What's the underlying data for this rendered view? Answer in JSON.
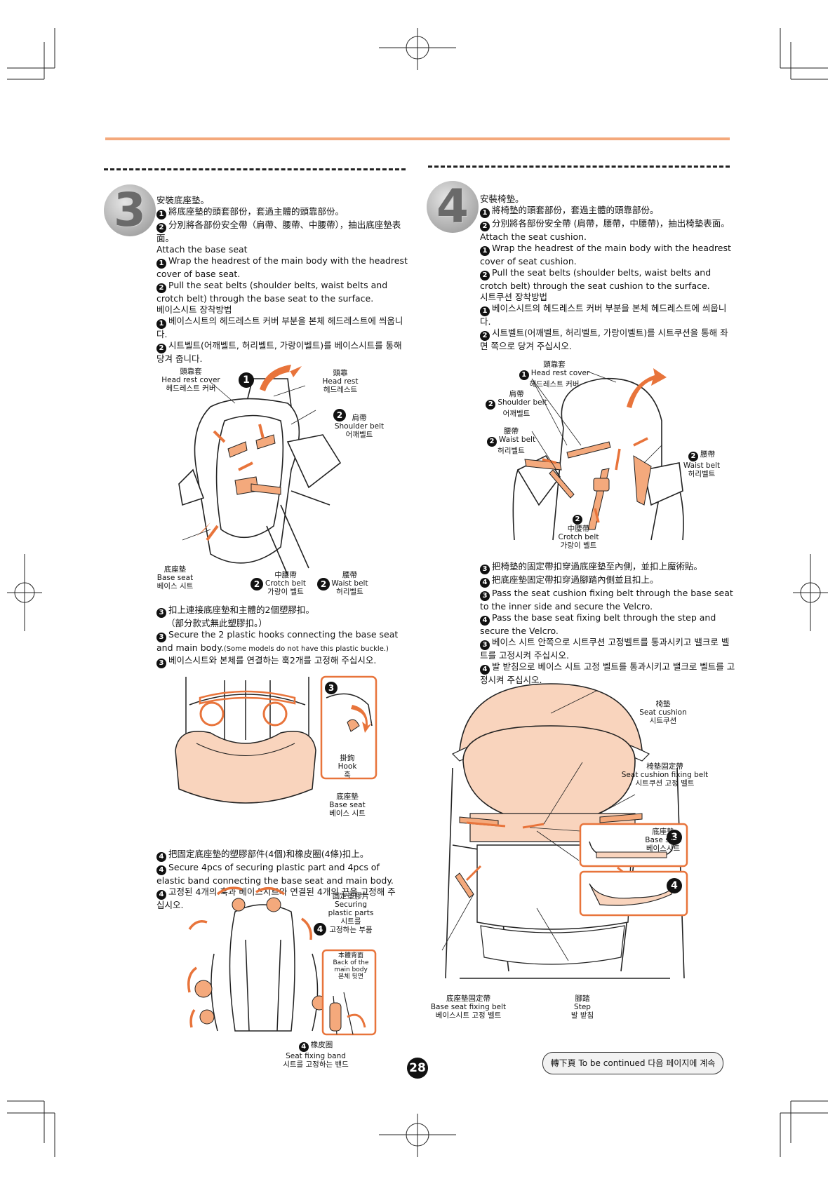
{
  "step3": {
    "number": "3",
    "title_zh": "安裝底座墊。",
    "zh1": "將底座墊的頭套部份，套過主體的頭靠部份。",
    "zh2": "分別將各部份安全帶（肩帶、腰帶、中腰帶），抽出底座墊表面。",
    "title_en": "Attach the base seat",
    "en1": "Wrap the headrest of the main body with the headrest cover of base seat.",
    "en2": "Pull the seat belts (shoulder belts, waist belts and crotch belt) through the base seat to the surface.",
    "title_ko": "베이스시트 장착방법",
    "ko1": "베이스시트의 헤드레스트 커버 부분을 본체 헤드레스트에 씌웁니다.",
    "ko2": "시트벨트(어깨벨트, 허리벨트, 가랑이벨트)를 베이스시트를 통해 당겨 줍니다.",
    "fig1": {
      "head_rest_cover": [
        "頭靠套",
        "Head rest cover",
        "헤드레스트 커버"
      ],
      "head_rest": [
        "頭靠",
        "Head rest",
        "헤드레스트"
      ],
      "shoulder_belt": [
        "肩帶",
        "Shoulder belt",
        "어깨벨트"
      ],
      "base_seat": [
        "底座墊",
        "Base seat",
        "베이스 시트"
      ],
      "crotch_belt": [
        "中腰帶",
        "Crotch belt",
        "가랑이 벨트"
      ],
      "waist_belt": [
        "腰帶",
        "Waist belt",
        "허리벨트"
      ]
    },
    "zh3a": "扣上連接底座墊和主體的2個塑膠扣。",
    "zh3b": "（部分款式無此塑膠扣。）",
    "en3": "Secure the 2 plastic hooks connecting the base seat and main body.",
    "en3_note": "(Some models do not have this plastic buckle.)",
    "ko3": "베이스시트와 본체를 연결하는 훅2개를 고정해 주십시오.",
    "fig2": {
      "hook": [
        "掛鉤",
        "Hook",
        "훅"
      ],
      "base_seat": [
        "底座墊",
        "Base seat",
        "베이스 시트"
      ]
    },
    "zh4": "把固定底座墊的塑膠部件(4個)和橡皮圈(4條)扣上。",
    "en4": "Secure 4pcs of securing plastic part and 4pcs of elastic band connecting the base seat and main body.",
    "ko4": "고정된 4개의 훅과 베이스시트와 연결된 4개의 끈을 고정해 주십시오.",
    "fig3": {
      "securing_parts": [
        "固定塑膠片",
        "Securing",
        "plastic parts",
        "시트를",
        "고정하는 부품"
      ],
      "back_main": [
        "本體背面",
        "Back of the",
        "main body",
        "본체 뒷면"
      ],
      "fixing_band": [
        "橡皮圈",
        "Seat fixing band",
        "시트를 고정하는 밴드"
      ]
    }
  },
  "step4": {
    "number": "4",
    "title_zh": "安裝椅墊。",
    "zh1": "將椅墊的頭套部份，套過主體的頭靠部份。",
    "zh2": "分別將各部份安全帶 (肩帶，腰帶，中腰帶)，抽出椅墊表面。",
    "title_en": "Attach the seat cushion.",
    "en1": "Wrap the headrest of the main body with the headrest cover of seat cushion.",
    "en2": "Pull the seat belts (shoulder belts, waist belts and crotch belt) through the seat cushion to the surface.",
    "title_ko": "시트쿠션 장착방법",
    "ko1": "베이스시트의 헤드레스트 커버 부분을 본체 헤드레스트에 씌웁니다.",
    "ko2": "시트벨트(어깨벨트, 허리벨트, 가랑이벨트)를 시트쿠션을 통해 좌면 쪽으로 당겨 주십시오.",
    "fig1": {
      "head_rest_cover": [
        "頭靠套",
        "Head rest cover",
        "헤드레스트 커버"
      ],
      "shoulder_belt": [
        "肩帶",
        "Shoulder belt",
        "어깨벨트"
      ],
      "waist_belt_left": [
        "腰帶",
        "Waist belt",
        "허리벨트"
      ],
      "waist_belt_right": [
        "腰帶",
        "Waist belt",
        "허리벨트"
      ],
      "crotch_belt": [
        "中腰帶",
        "Crotch belt",
        "가랑이 벨트"
      ]
    },
    "zh3": "把椅墊的固定帶扣穿過底座墊至內側，並扣上魔術貼。",
    "zh4": "把底座墊固定帶扣穿過腳踏內側並且扣上。",
    "en3": "Pass the seat cushion fixing belt through the base seat to the inner side and secure the Velcro.",
    "en4": "Pass the base seat fixing belt through the step and secure the Velcro.",
    "ko3": "베이스 시트 안쪽으로 시트쿠션 고정벨트를 통과시키고 밸크로 벨트를 고정시켜 주십시오.",
    "ko4": "발 받침으로 베이스 시트 고정 벨트를 통과시키고 밸크로 벨트를 고정시켜 주십시오.",
    "fig2": {
      "seat_cushion": [
        "椅墊",
        "Seat cushion",
        "시트쿠션"
      ],
      "fixing_belt": [
        "椅墊固定帶",
        "Seat cushion fixing belt",
        "시트쿠션 고정 벨트"
      ],
      "base_seat": [
        "底座墊",
        "Base seat",
        "베이스시트"
      ],
      "base_fixing_belt": [
        "底座墊固定帶",
        "Base seat fixing belt",
        "베이스시트 고정 벨트"
      ],
      "step": [
        "腳踏",
        "Step",
        "발 받침"
      ]
    }
  },
  "badges": {
    "n1": "1",
    "n2": "2",
    "n3": "3",
    "n4": "4"
  },
  "continued": "轉下頁 To be continued 다음 페이지에 계속",
  "page_number": "28",
  "colors": {
    "accent": "#f4a97c",
    "fill": "#f9d4bd",
    "arrow": "#e8743b",
    "box": "#e8743b"
  }
}
